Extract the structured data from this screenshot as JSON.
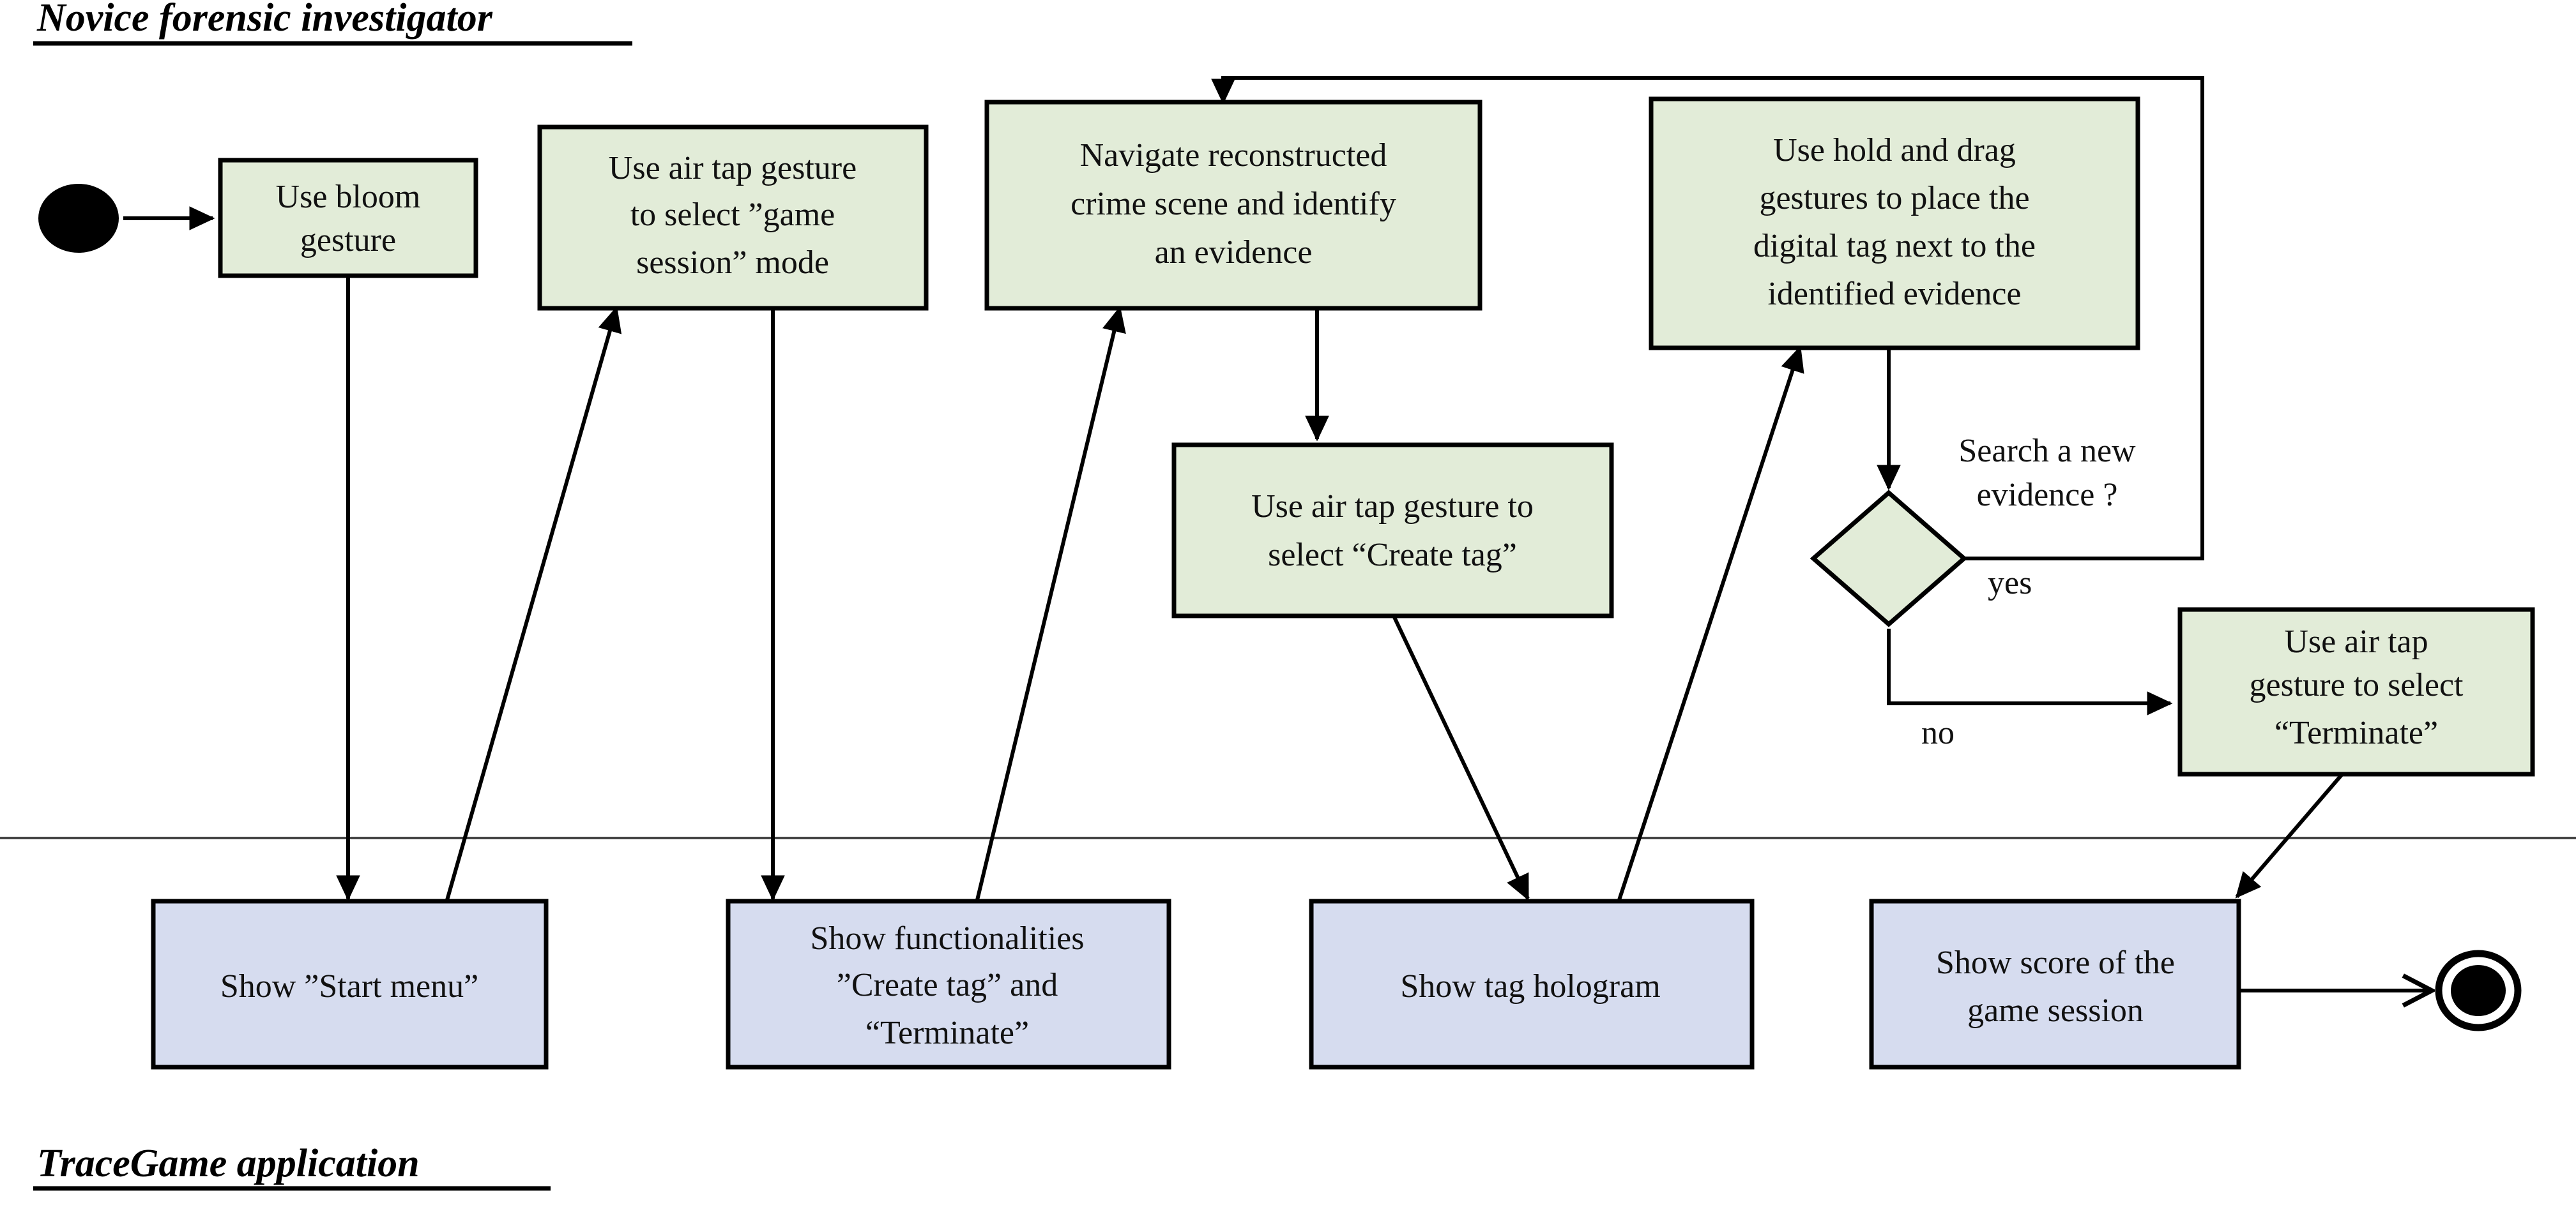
{
  "diagram": {
    "kind": "uml-activity-diagram",
    "colors": {
      "action_green": "#e2ecd8",
      "action_blue": "#d6dcef",
      "stroke": "#000000",
      "lane_divider": "#444444",
      "background": "#ffffff"
    },
    "partitions": [
      {
        "id": "actor-lane",
        "label": "Novice forensic investigator"
      },
      {
        "id": "system-lane",
        "label": "TraceGame application"
      }
    ],
    "nodes": [
      {
        "id": "initial",
        "type": "initial-node",
        "label": ""
      },
      {
        "id": "bloom",
        "type": "action",
        "lane": "actor-lane",
        "fill": "action_green",
        "lines": [
          "Use bloom",
          "gesture"
        ]
      },
      {
        "id": "game-session",
        "type": "action",
        "lane": "actor-lane",
        "fill": "action_green",
        "lines": [
          "Use air tap gesture",
          "to select ”game",
          "session” mode"
        ]
      },
      {
        "id": "navigate",
        "type": "action",
        "lane": "actor-lane",
        "fill": "action_green",
        "lines": [
          "Navigate reconstructed",
          "crime scene and identify",
          "an evidence"
        ]
      },
      {
        "id": "create-tag",
        "type": "action",
        "lane": "actor-lane",
        "fill": "action_green",
        "lines": [
          "Use air tap gesture to",
          "select “Create tag”"
        ]
      },
      {
        "id": "hold-drag",
        "type": "action",
        "lane": "actor-lane",
        "fill": "action_green",
        "lines": [
          "Use hold and drag",
          "gestures to place the",
          "digital tag next to the",
          "identified evidence"
        ]
      },
      {
        "id": "decision",
        "type": "decision",
        "lane": "actor-lane",
        "fill": "action_green",
        "guard": [
          "Search a new",
          "evidence ?"
        ]
      },
      {
        "id": "terminate",
        "type": "action",
        "lane": "actor-lane",
        "fill": "action_green",
        "lines": [
          "Use air tap",
          "gesture to select",
          "“Terminate”"
        ]
      },
      {
        "id": "start-menu",
        "type": "action",
        "lane": "system-lane",
        "fill": "action_blue",
        "lines": [
          "Show ”Start menu”"
        ]
      },
      {
        "id": "functionalities",
        "type": "action",
        "lane": "system-lane",
        "fill": "action_blue",
        "lines": [
          "Show functionalities",
          "”Create tag” and",
          "“Terminate”"
        ]
      },
      {
        "id": "tag-hologram",
        "type": "action",
        "lane": "system-lane",
        "fill": "action_blue",
        "lines": [
          "Show tag hologram"
        ]
      },
      {
        "id": "score",
        "type": "action",
        "lane": "system-lane",
        "fill": "action_blue",
        "lines": [
          "Show score of the",
          "game session"
        ]
      },
      {
        "id": "final",
        "type": "final-node",
        "label": ""
      }
    ],
    "edge_labels": {
      "yes": "yes",
      "no": "no"
    },
    "edges": [
      {
        "from": "initial",
        "to": "bloom"
      },
      {
        "from": "bloom",
        "to": "start-menu"
      },
      {
        "from": "start-menu",
        "to": "game-session"
      },
      {
        "from": "game-session",
        "to": "functionalities"
      },
      {
        "from": "functionalities",
        "to": "navigate"
      },
      {
        "from": "navigate",
        "to": "create-tag"
      },
      {
        "from": "create-tag",
        "to": "tag-hologram"
      },
      {
        "from": "tag-hologram",
        "to": "hold-drag"
      },
      {
        "from": "hold-drag",
        "to": "decision"
      },
      {
        "from": "decision",
        "to": "navigate",
        "guard": "yes"
      },
      {
        "from": "decision",
        "to": "terminate",
        "guard": "no"
      },
      {
        "from": "terminate",
        "to": "score"
      },
      {
        "from": "score",
        "to": "final"
      }
    ]
  }
}
